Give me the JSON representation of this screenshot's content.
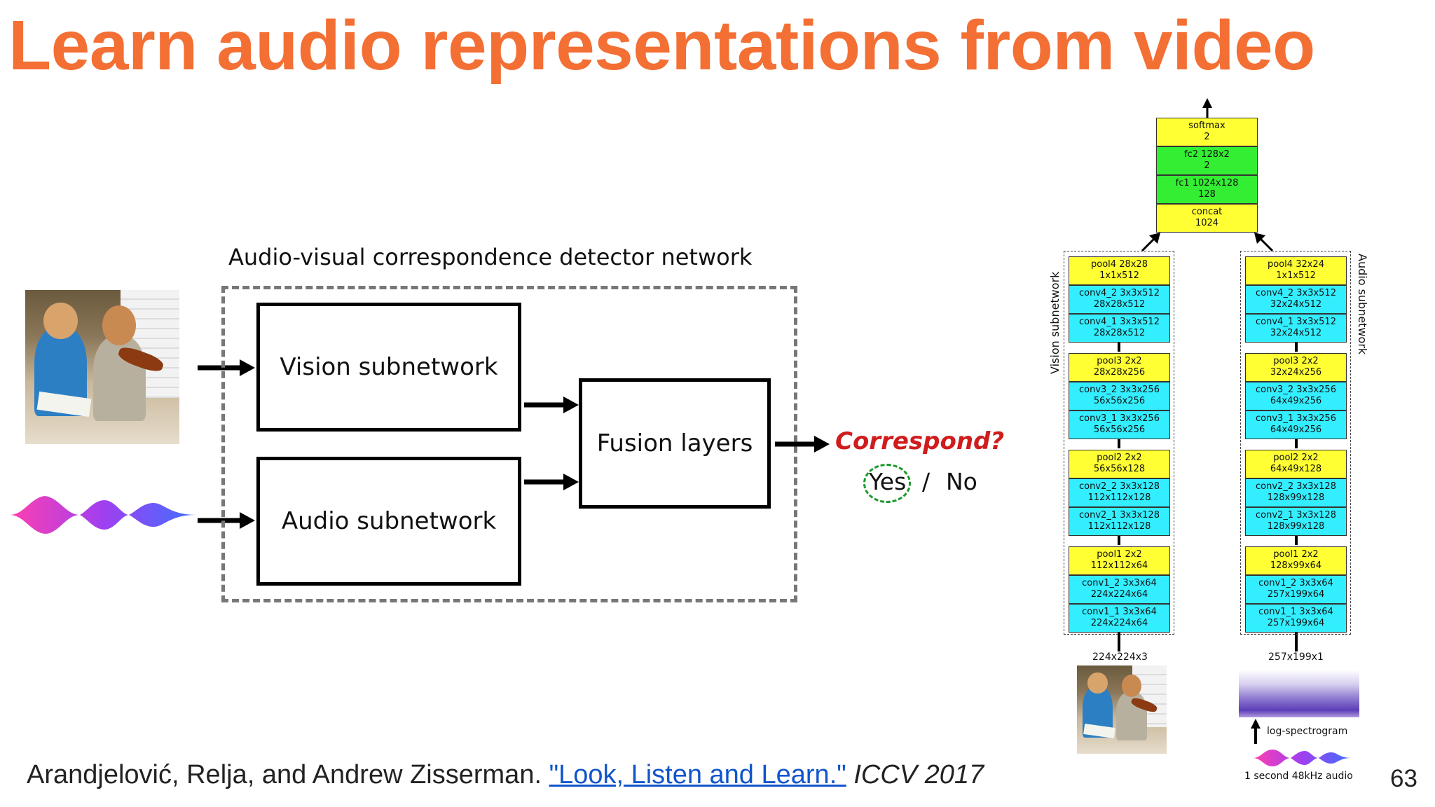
{
  "slide": {
    "title": "Learn audio representations from video",
    "page_number": "63"
  },
  "citation": {
    "authors": "Arandjelović, Relja, and Andrew Zisserman.",
    "link_text": "\"Look, Listen and Learn.\"",
    "venue": "ICCV 2017"
  },
  "diagram": {
    "network_label": "Audio-visual correspondence detector network",
    "vision_box": "Vision subnetwork",
    "audio_box": "Audio subnetwork",
    "fusion_box": "Fusion layers",
    "question": "Correspond?",
    "yes": "Yes",
    "slash": "/",
    "no": "No"
  },
  "architecture": {
    "top_layers": [
      {
        "name": "softmax",
        "dims": "2",
        "color": "yellow"
      },
      {
        "name": "fc2 128x2",
        "dims": "2",
        "color": "green"
      },
      {
        "name": "fc1 1024x128",
        "dims": "128",
        "color": "green"
      },
      {
        "name": "concat",
        "dims": "1024",
        "color": "yellow"
      }
    ],
    "vision_label": "Vision subnetwork",
    "audio_label": "Audio subnetwork",
    "vision_layers": [
      {
        "name": "pool4 28x28",
        "dims": "1x1x512",
        "color": "yellow"
      },
      {
        "name": "conv4_2 3x3x512",
        "dims": "28x28x512",
        "color": "cyan"
      },
      {
        "name": "conv4_1 3x3x512",
        "dims": "28x28x512",
        "color": "cyan"
      },
      {
        "name": "pool3 2x2",
        "dims": "28x28x256",
        "color": "yellow"
      },
      {
        "name": "conv3_2 3x3x256",
        "dims": "56x56x256",
        "color": "cyan"
      },
      {
        "name": "conv3_1 3x3x256",
        "dims": "56x56x256",
        "color": "cyan"
      },
      {
        "name": "pool2 2x2",
        "dims": "56x56x128",
        "color": "yellow"
      },
      {
        "name": "conv2_2 3x3x128",
        "dims": "112x112x128",
        "color": "cyan"
      },
      {
        "name": "conv2_1 3x3x128",
        "dims": "112x112x128",
        "color": "cyan"
      },
      {
        "name": "pool1 2x2",
        "dims": "112x112x64",
        "color": "yellow"
      },
      {
        "name": "conv1_2 3x3x64",
        "dims": "224x224x64",
        "color": "cyan"
      },
      {
        "name": "conv1_1 3x3x64",
        "dims": "224x224x64",
        "color": "cyan"
      }
    ],
    "audio_layers": [
      {
        "name": "pool4 32x24",
        "dims": "1x1x512",
        "color": "yellow"
      },
      {
        "name": "conv4_2 3x3x512",
        "dims": "32x24x512",
        "color": "cyan"
      },
      {
        "name": "conv4_1 3x3x512",
        "dims": "32x24x512",
        "color": "cyan"
      },
      {
        "name": "pool3 2x2",
        "dims": "32x24x256",
        "color": "yellow"
      },
      {
        "name": "conv3_2 3x3x256",
        "dims": "64x49x256",
        "color": "cyan"
      },
      {
        "name": "conv3_1 3x3x256",
        "dims": "64x49x256",
        "color": "cyan"
      },
      {
        "name": "pool2 2x2",
        "dims": "64x49x128",
        "color": "yellow"
      },
      {
        "name": "conv2_2 3x3x128",
        "dims": "128x99x128",
        "color": "cyan"
      },
      {
        "name": "conv2_1 3x3x128",
        "dims": "128x99x128",
        "color": "cyan"
      },
      {
        "name": "pool1 2x2",
        "dims": "128x99x64",
        "color": "yellow"
      },
      {
        "name": "conv1_2 3x3x64",
        "dims": "257x199x64",
        "color": "cyan"
      },
      {
        "name": "conv1_1 3x3x64",
        "dims": "257x199x64",
        "color": "cyan"
      }
    ],
    "vision_input_dims": "224x224x3",
    "audio_input_dims": "257x199x1",
    "spectrogram_label": "log-spectrogram",
    "audio_caption": "1 second 48kHz audio"
  },
  "colors": {
    "title": "#f36f34",
    "yellow_layer": "#ffff33",
    "cyan_layer": "#33eeff",
    "green_layer": "#33ee33",
    "question": "#d01c1c",
    "yes_circle": "#1a9a2a",
    "link": "#1155cc"
  }
}
